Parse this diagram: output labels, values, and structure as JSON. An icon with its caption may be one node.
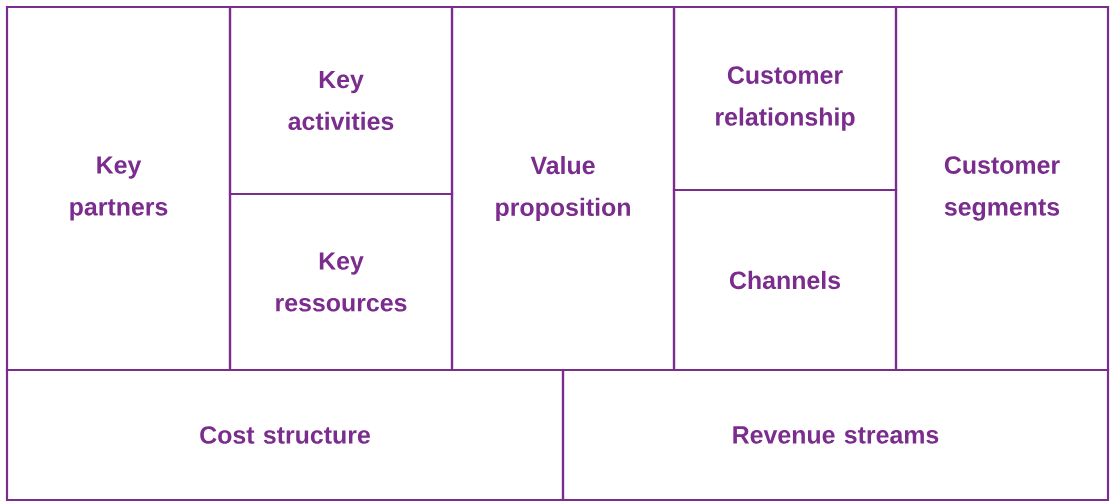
{
  "diagram": {
    "nodes": [
      {
        "text": [
          "Key partners"
        ]
      },
      {
        "text": [
          "Key activities"
        ]
      },
      {
        "text": [
          "Key ressources"
        ]
      },
      {
        "text": [
          "Value proposition"
        ]
      },
      {
        "text": [
          "Customer relationship"
        ]
      },
      {
        "text": [
          "Channels"
        ]
      },
      {
        "text": [
          "Customer segments"
        ]
      },
      {
        "text": [
          "Cost structure"
        ]
      },
      {
        "text": [
          "Revenue streams"
        ]
      }
    ]
  }
}
